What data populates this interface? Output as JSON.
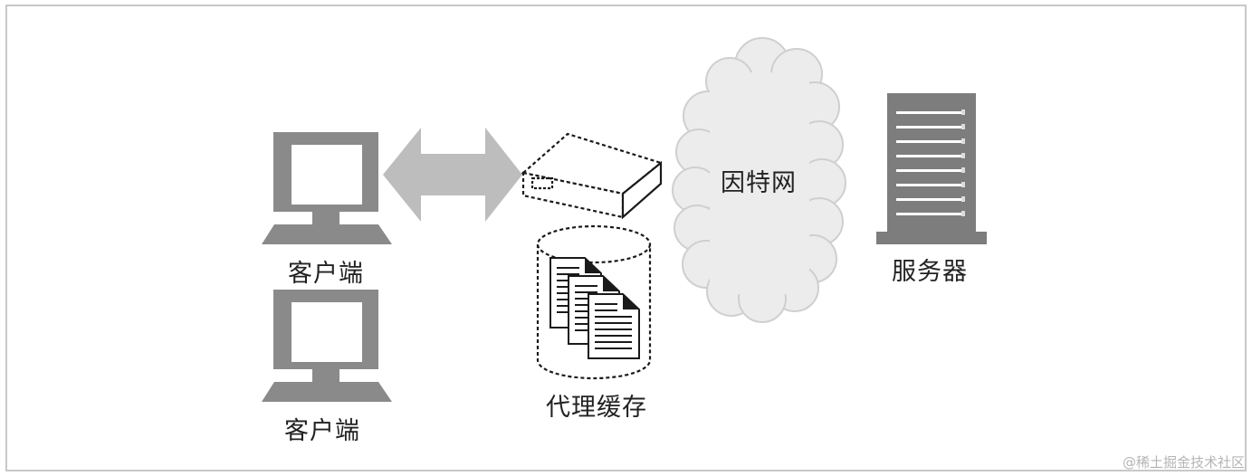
{
  "diagram": {
    "client_label_top": "客户端",
    "client_label_bottom": "客户端",
    "proxy_cache_label": "代理缓存",
    "internet_label": "因特网",
    "server_label": "服务器"
  },
  "watermark": "@稀土掘金技术社区",
  "colors": {
    "monitor": "#8a8a8a",
    "arrow": "#bdbdbd",
    "cloud_fill": "#ececec",
    "cloud_stroke": "#cfcfcf",
    "server": "#7d7d7d",
    "border": "#c8c8c8"
  }
}
